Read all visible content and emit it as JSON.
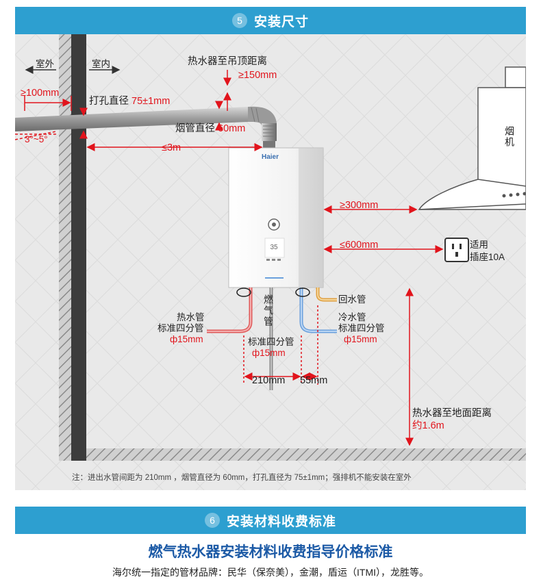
{
  "section5": {
    "number": "5",
    "title": "安装尺寸"
  },
  "section6": {
    "number": "6",
    "title": "安装材料收费标准"
  },
  "wall": {
    "outside": "室外",
    "inside": "室内"
  },
  "labels": {
    "heater_to_ceiling": "热水器至吊顶距离",
    "heater_to_ceiling_value": "≥150mm",
    "outer_protrusion": "≥100mm",
    "hole_diameter": "打孔直径",
    "hole_diameter_value": "75±1mm",
    "flue_diameter": "烟管直径",
    "flue_diameter_value": "60mm",
    "slope": "3°~5°",
    "flue_length": "≤3m",
    "hood_distance": "≥300mm",
    "socket_distance": "≤600mm",
    "socket_label_1": "适用",
    "socket_label_2": "插座10A",
    "range_hood": "烟机",
    "brand": "Haier",
    "display_temp": "35",
    "gas": "燃气管",
    "return_water": "回水管",
    "hot_water_1": "热水管",
    "hot_water_2": "标准四分管",
    "hot_water_3": "ф15mm",
    "cold_water_1": "冷水管",
    "cold_water_2": "标准四分管",
    "cold_water_3": "ф15mm",
    "gas_spec_1": "标准四分管",
    "gas_spec_2": "ф15mm",
    "spacing_210": "210mm",
    "spacing_55": "55mm",
    "floor_distance_1": "热水器至地面距离",
    "floor_distance_2": "约1.6m"
  },
  "note": "注：进出水管间距为 210mm ，烟管直径为 60mm，打孔直径为 75±1mm；强排机不能安装在室外",
  "guide": {
    "title": "燃气热水器安装材料收费指导价格标准",
    "brands": "海尔统一指定的管材品牌：民华（保奈美），金潮，盾运（ITMI），龙胜等。"
  },
  "colors": {
    "bar": "#2d9fd0",
    "dimension_red": "#e1141c",
    "guide_blue": "#1c5aa6",
    "hot_pipe": "#e05a5a",
    "cold_pipe": "#6aa0dd",
    "return_pipe": "#e0a040"
  }
}
